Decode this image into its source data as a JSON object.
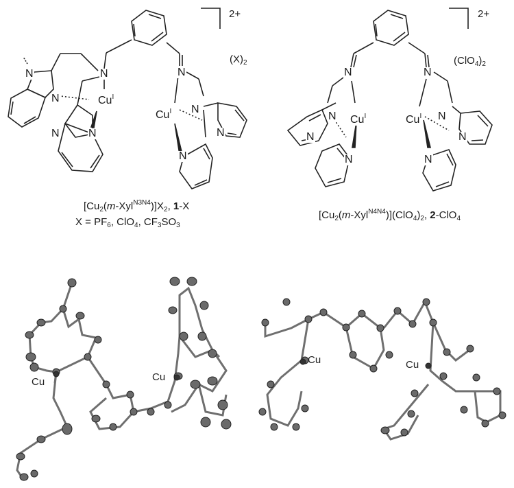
{
  "figure": {
    "complex1": {
      "charge": "2+",
      "counterion": "(X)",
      "counterion_sub": "2",
      "caption_line1": {
        "prefix": "[Cu",
        "sub1": "2",
        "open": "(",
        "italic": "m",
        "mid": "-Xyl",
        "sup": "N3N4",
        "close": ")]X",
        "sub2": "2",
        "sep": ", ",
        "bold": "1",
        "suffix": "-X"
      },
      "caption_line2": {
        "text1": "X = PF",
        "sub1": "6",
        "text2": ", ClO",
        "sub2": "4",
        "text3": ", CF",
        "sub3": "3",
        "text4": "SO",
        "sub4": "3"
      },
      "atoms": {
        "cu_left": "Cu",
        "cu_left_ox": "I",
        "cu_right": "Cu",
        "cu_right_ox": "I",
        "n": "N"
      },
      "crystal_labels": [
        "Cu",
        "Cu"
      ]
    },
    "complex2": {
      "charge": "2+",
      "counterion": "(ClO",
      "counterion_sub": "4",
      "counterion_close": ")",
      "counterion_sub2": "2",
      "caption_line1": {
        "prefix": "[Cu",
        "sub1": "2",
        "open": "(",
        "italic": "m",
        "mid": "-Xyl",
        "sup": "N4N4",
        "close": ")](ClO",
        "sub2": "4",
        "close2": ")",
        "sub3": "2",
        "sep": ", ",
        "bold": "2",
        "suffix": "-ClO",
        "sub4": "4"
      },
      "atoms": {
        "cu_left": "Cu",
        "cu_left_ox": "I",
        "cu_right": "Cu",
        "cu_right_ox": "I",
        "n": "N"
      },
      "crystal_labels": [
        "Cu",
        "Cu"
      ]
    }
  }
}
